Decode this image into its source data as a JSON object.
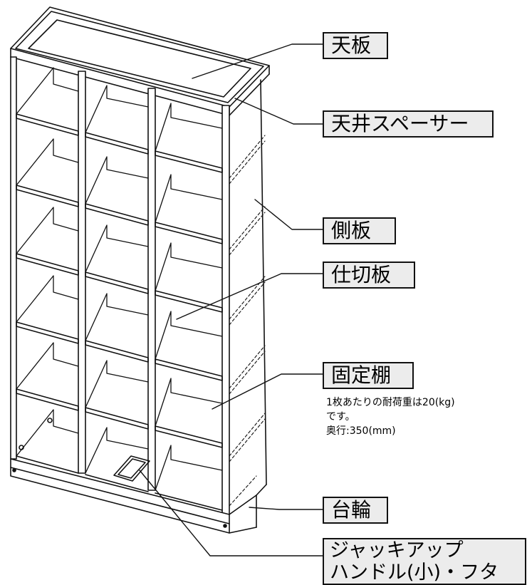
{
  "labels": {
    "tenban": "天板",
    "tenjo_spacer": "天井スペーサー",
    "sokuban": "側板",
    "shikiriban": "仕切板",
    "kotei_dana": "固定棚",
    "dairin": "台輪",
    "jack_handle_line1": "ジャッキアップ",
    "jack_handle_line2": "ハンドル(小)・フタ"
  },
  "note": {
    "line1": "1枚あたりの耐荷重は20(kg)",
    "line2": "です。",
    "line3": "奥行:350(mm)"
  }
}
